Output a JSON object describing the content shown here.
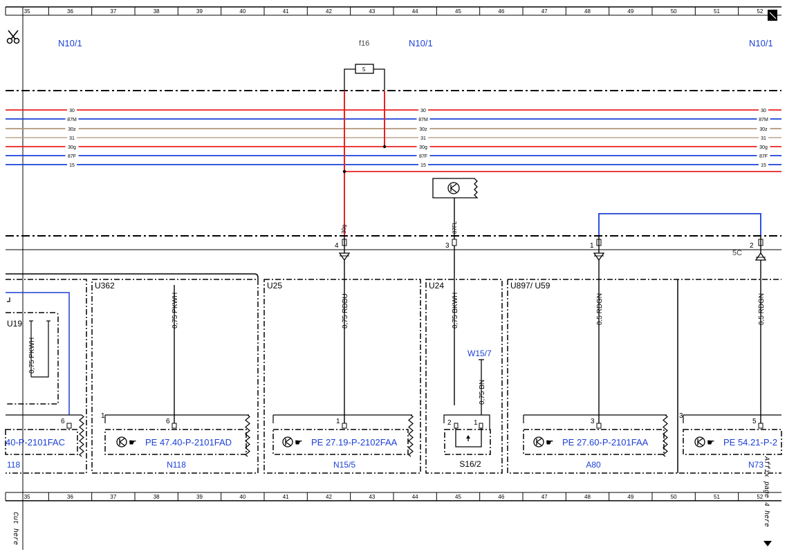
{
  "ruler": {
    "columns": [
      "35",
      "36",
      "37",
      "38",
      "39",
      "40",
      "41",
      "42",
      "43",
      "44",
      "45",
      "46",
      "47",
      "48",
      "49",
      "50",
      "51",
      "52"
    ]
  },
  "header": {
    "refs": [
      "N10/1",
      "N10/1",
      "N10/1"
    ],
    "fuse_label": "f16",
    "fuse_value": "5"
  },
  "bus": {
    "labels": [
      "30",
      "87M",
      "30z",
      "31",
      "30g",
      "87F",
      "15"
    ]
  },
  "connectors": {
    "pins": [
      "4",
      "3",
      "1",
      "2"
    ],
    "wire_codes": [
      "30g",
      "87FL"
    ],
    "conn_5c": "5C"
  },
  "modules": {
    "u362": "U362",
    "u25": "U25",
    "u24": "U24",
    "u897": "U897/ U59",
    "u19": "U19"
  },
  "wires": {
    "w1": "0,75 PKWH",
    "w2": "0,75 RDBU",
    "w3": "0,75 BKWH",
    "w4": "0,5 RDGN",
    "w5": "0,5 RDGN",
    "w6": "0,75 PKWH",
    "w7": "0,75 BN"
  },
  "ground": {
    "label": "W15/7"
  },
  "components": [
    {
      "pin": "6",
      "ref": "40-P-2101FAC",
      "name": "118"
    },
    {
      "pin": "6",
      "ref": "PE 47.40-P-2101FAD",
      "name": "N118",
      "corner": "1"
    },
    {
      "pin": "1",
      "ref": "PE 27.19-P-2102FAA",
      "name": "N15/5"
    },
    {
      "pin_a": "2",
      "pin_b": "1",
      "name": "S16/2"
    },
    {
      "pin": "3",
      "ref": "PE 27.60-P-2101FAA",
      "name": "A80"
    },
    {
      "pin": "5",
      "ref": "PE 54.21-P-2",
      "name": "N73",
      "corner": "3"
    }
  ],
  "margin": {
    "cut_here": "Cut here",
    "affix": "Affix page 4 here"
  },
  "colors": {
    "red": "#e8201e",
    "blue": "#1a3fd6",
    "brown": "#b09478",
    "label_blue": "#1a3fd6"
  }
}
